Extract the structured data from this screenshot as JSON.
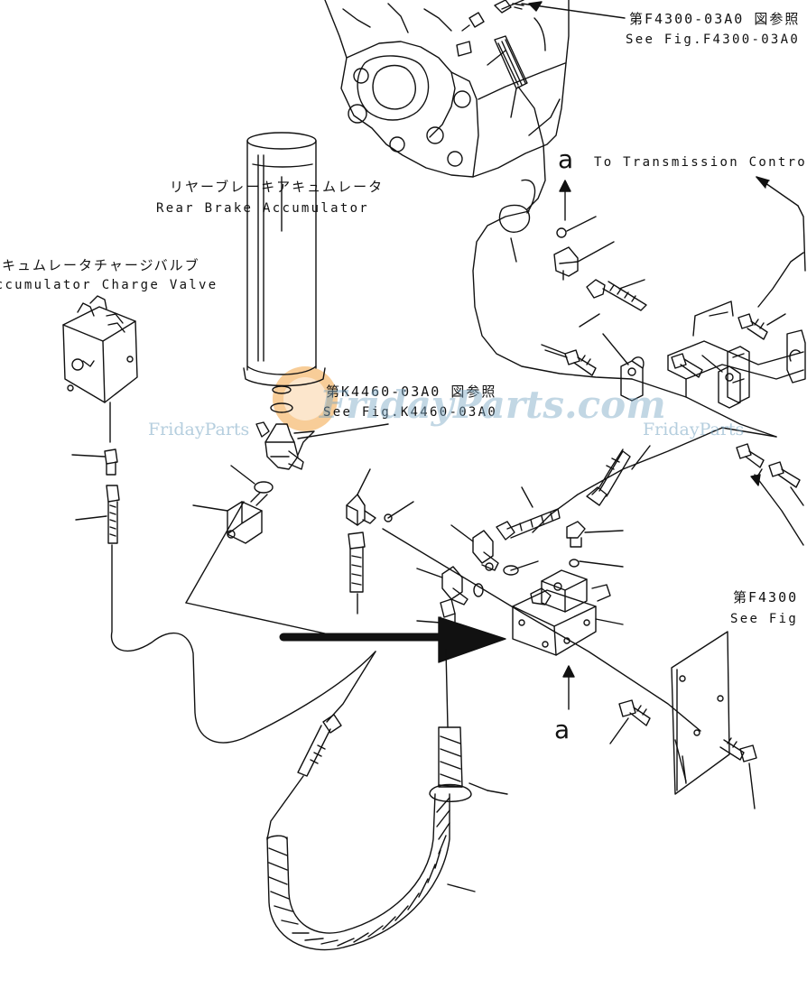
{
  "labels": {
    "ref_f4300_jp": "第F4300-03A0 図参照",
    "ref_f4300_en": "See Fig.F4300-03A0",
    "to_transmission": "To Transmission Control",
    "accumulator_jp": "リヤーブレーキアキュムレータ",
    "accumulator_en": "Rear Brake Accumulator",
    "charge_valve_jp": "アキュムレータチャージバルブ",
    "charge_valve_en": "Accumulator Charge Valve",
    "ref_k4460_jp": "第K4460-03A0 図参照",
    "ref_k4460_en": "See Fig.K4460-03A0",
    "ref_f4300b_jp": "第F4300",
    "ref_f4300b_en": "See Fig",
    "view_a_top": "a",
    "view_a_bottom": "a"
  },
  "watermark": {
    "brand": "FridayParts.com",
    "left": "FridayParts",
    "right": "FridayParts",
    "color": "#7aa7c4",
    "logo_color": "#f2a444"
  }
}
